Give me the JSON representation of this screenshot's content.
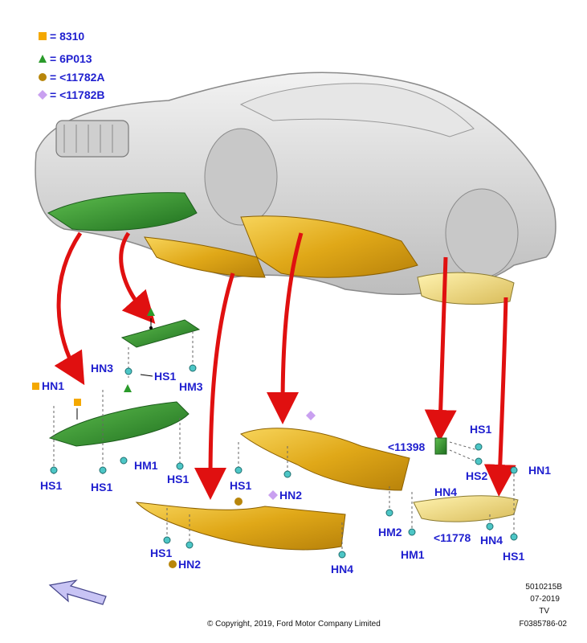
{
  "legend": [
    {
      "symbol": "square",
      "color": "#f4a800",
      "text": "= 8310"
    },
    {
      "symbol": "triangle",
      "color": "#2a9a2a",
      "text": "= 6P013"
    },
    {
      "symbol": "circle",
      "color": "#b8860b",
      "text": "= <11782A"
    },
    {
      "symbol": "diamond",
      "color": "#c9a0f0",
      "text": "= <11782B"
    }
  ],
  "labels": {
    "hn1_left": "HN1",
    "hn3": "HN3",
    "hs1_top": "HS1",
    "hm3": "HM3",
    "hm1_left": "HM1",
    "hs1_left": "HS1",
    "hs1_left2": "HS1",
    "hs1_mid": "HS1",
    "hs1_center": "HS1",
    "hn2_center": "HN2",
    "hs1_bottom": "HS1",
    "hn2_bottom": "HN2",
    "hn4_bottom": "HN4",
    "part_11398": "<11398",
    "hs1_right": "HS1",
    "hs2_right": "HS2",
    "hn1_right": "HN1",
    "hn4_right": "HN4",
    "hm2_right": "HM2",
    "hm1_right": "HM1",
    "part_11778": "<11778",
    "hn4_right2": "HN4",
    "hs1_right2": "HS1"
  },
  "footer": {
    "copyright": "© Copyright, 2019, Ford Motor Company Limited",
    "ref1": "5010215B",
    "ref2": "07-2019",
    "ref3": "TV",
    "ref4": "F0385786-02"
  },
  "colors": {
    "label_blue": "#1f1fcf",
    "shield_green": "#2f8f2f",
    "shield_gold": "#e8b020",
    "arrow_red": "#e01010",
    "car_grey": "#d8d8d8"
  }
}
